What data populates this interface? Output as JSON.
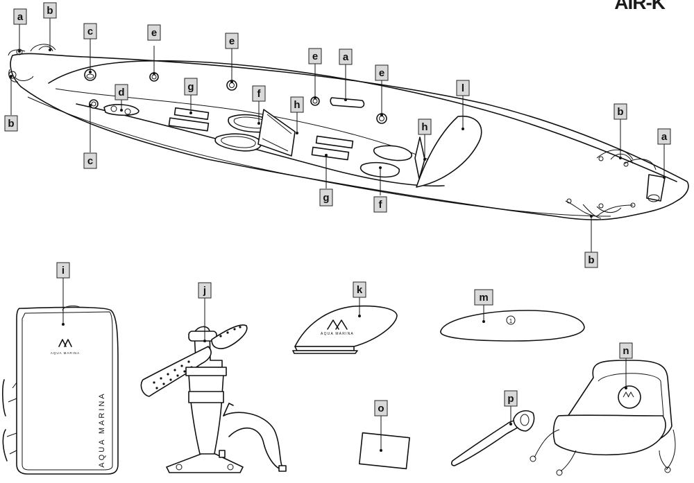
{
  "title": "AIR-K",
  "labels": {
    "a": "a",
    "b": "b",
    "c": "c",
    "d": "d",
    "e": "e",
    "f": "f",
    "g": "g",
    "h": "h",
    "i": "i",
    "j": "j",
    "k": "k",
    "l": "l",
    "m": "m",
    "n": "n",
    "o": "o",
    "p": "p"
  },
  "brand": {
    "name_spaced": "AQUA MARINA",
    "name_vertical": "AQUA MARINA",
    "logo": "aqua-marina-logo"
  },
  "fin_number": "1"
}
